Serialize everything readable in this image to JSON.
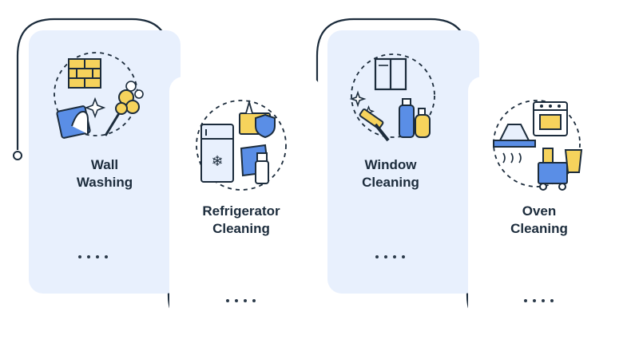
{
  "colors": {
    "outline": "#1c2c3c",
    "card_fill": "#e8f0fd",
    "accent_blue": "#5a8ee6",
    "accent_yellow": "#f6d35c"
  },
  "steps": [
    {
      "title": "Wall\nWashing",
      "icon": "wall-washing-icon",
      "highlighted": true
    },
    {
      "title": "Refrigerator\nCleaning",
      "icon": "refrigerator-cleaning-icon",
      "highlighted": false
    },
    {
      "title": "Window\nCleaning",
      "icon": "window-cleaning-icon",
      "highlighted": true
    },
    {
      "title": "Oven\nCleaning",
      "icon": "oven-cleaning-icon",
      "highlighted": false
    }
  ]
}
